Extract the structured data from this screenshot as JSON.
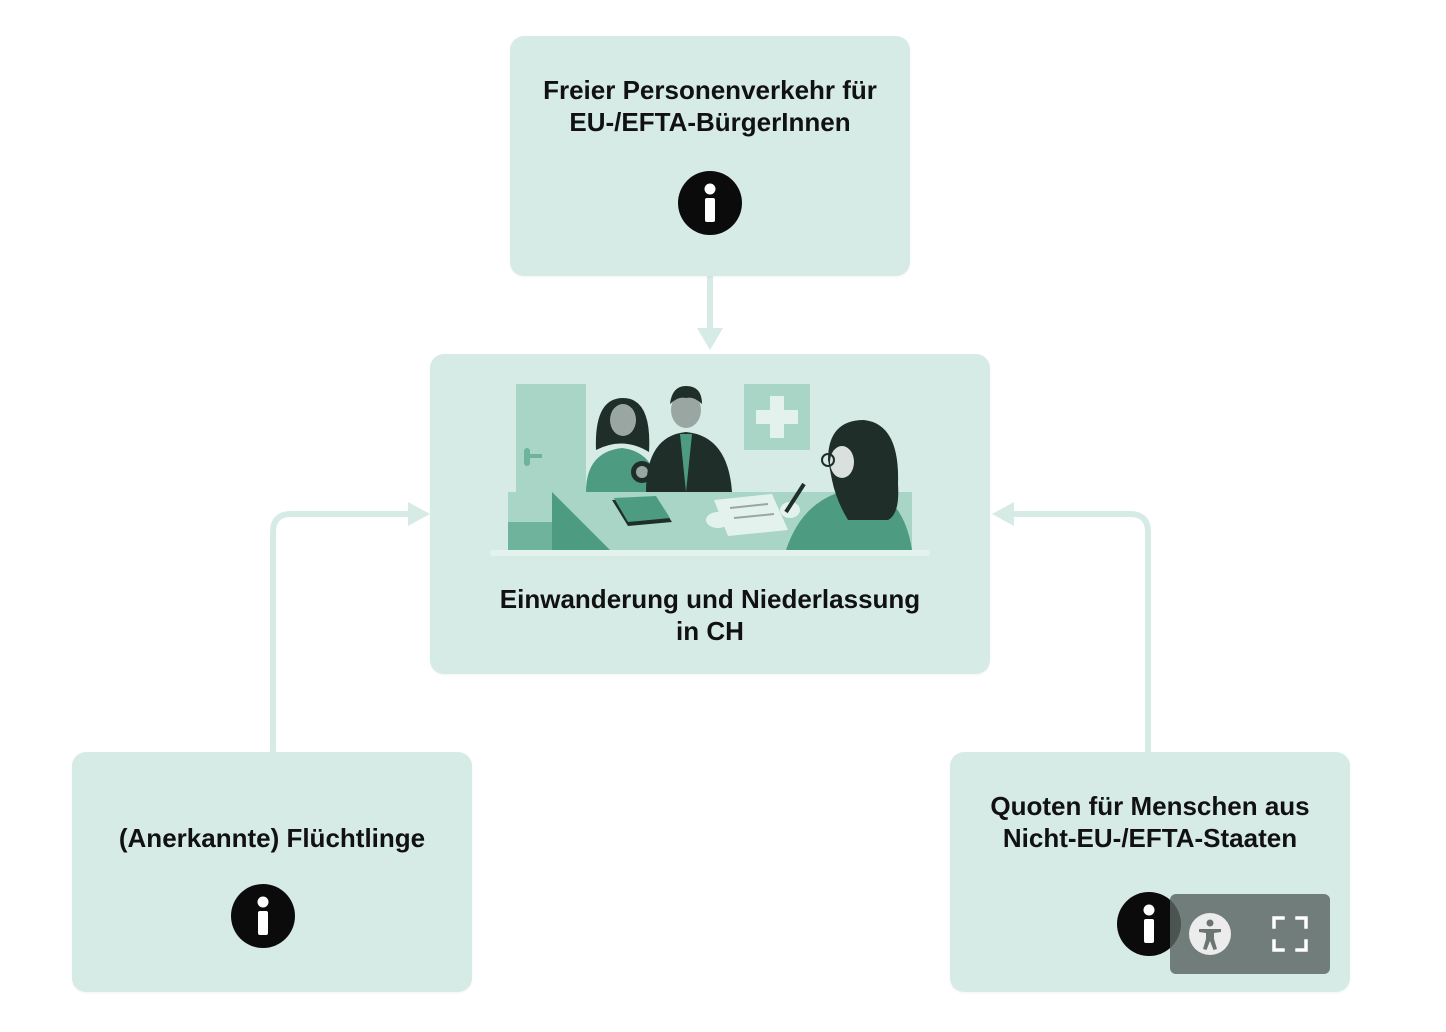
{
  "diagram": {
    "top_box": {
      "label": "Freier Personenverkehr für\nEU-/EFTA-BürgerInnen",
      "info_icon": "info-icon"
    },
    "center_box": {
      "label": "Einwanderung und Niederlassung\nin CH",
      "illustration": "office-scene-illustration"
    },
    "left_box": {
      "label": "(Anerkannte) Flüchtlinge",
      "info_icon": "info-icon"
    },
    "right_box": {
      "label": "Quoten für Menschen aus\nNicht-EU-/EFTA-Staaten",
      "info_icon": "info-icon"
    }
  },
  "toolbar": {
    "buttons": [
      "accessibility-icon",
      "fullscreen-icon"
    ]
  },
  "colors": {
    "box_fill": "#d6ebe6",
    "connector": "#d6ebe6",
    "accent_dark": "#1f2e28",
    "accent_green": "#4d9c82",
    "accent_light": "#a8d5c6"
  }
}
